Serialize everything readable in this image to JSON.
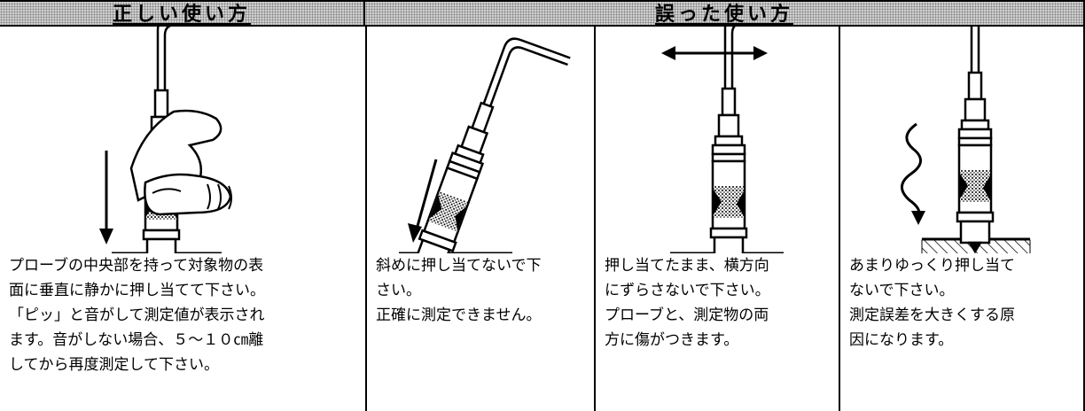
{
  "header": {
    "correct_title": "正しい使い方",
    "wrong_title": "誤った使い方"
  },
  "panels": [
    {
      "id": "correct",
      "lines": [
        "プローブの中央部を持って対象物の表",
        "面に垂直に静かに押し当てて下さい。",
        "「ピッ」と音がして測定値が表示され",
        "ます。音がしない場合、５～１０㎝離",
        "してから再度測定して下さい。"
      ]
    },
    {
      "id": "tilted",
      "lines": [
        "斜めに押し当てないで下",
        "さい。",
        "正確に測定できません。"
      ]
    },
    {
      "id": "sideways",
      "lines": [
        "押し当てたまま、横方向",
        "にずらさないで下さい。",
        "プローブと、測定物の両",
        "方に傷がつきます。"
      ]
    },
    {
      "id": "slow",
      "lines": [
        "あまりゆっくり押し当て",
        "ないで下さい。",
        "測定誤差を大きくする原",
        "因になります。"
      ]
    }
  ]
}
